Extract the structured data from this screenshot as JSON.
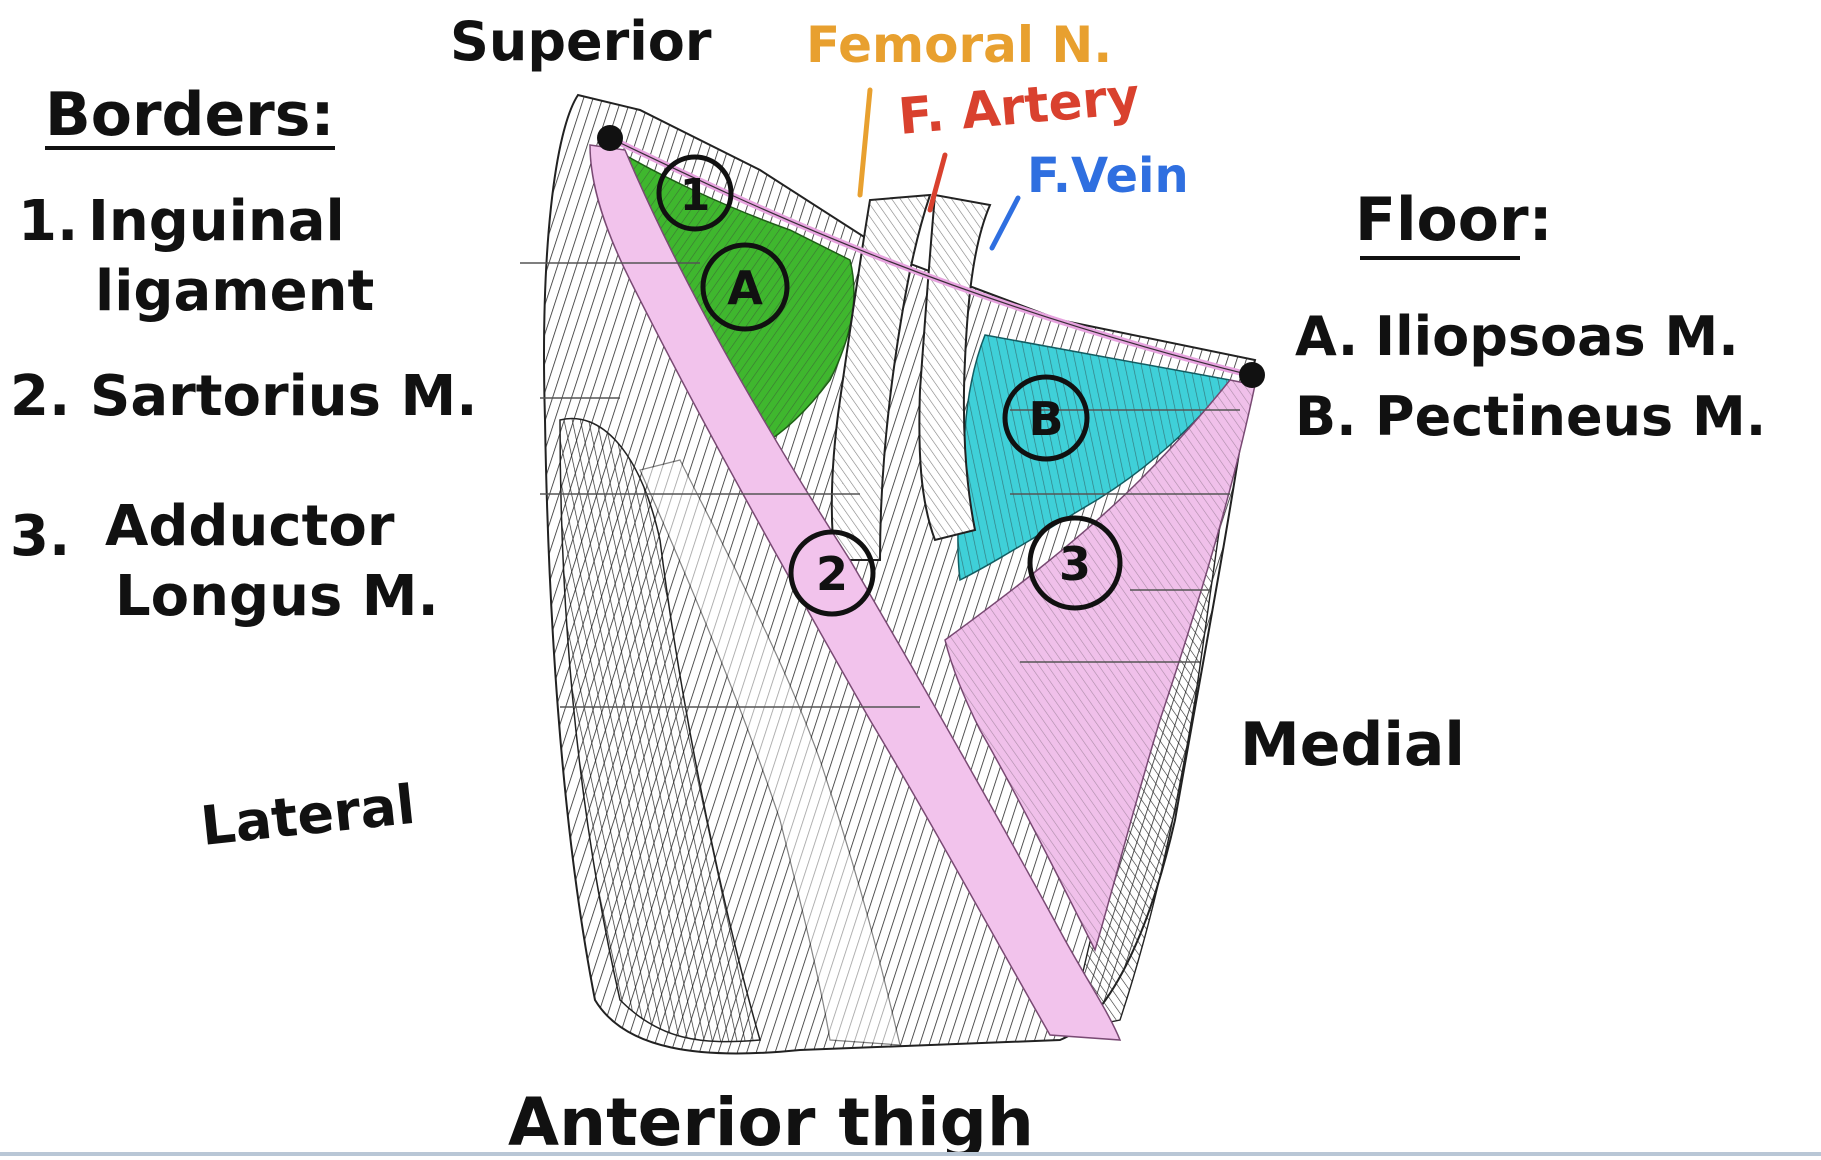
{
  "orientation": {
    "superior": "Superior",
    "lateral": "Lateral",
    "medial": "Medial",
    "caption": "Anterior thigh"
  },
  "borders": {
    "heading": "Borders:",
    "items": [
      {
        "number": "1.",
        "line1": "Inguinal",
        "line2": "ligament"
      },
      {
        "number": "2.",
        "line1": "Sartorius M.",
        "line2": ""
      },
      {
        "number": "3.",
        "line1": "Adductor",
        "line2": "Longus M."
      }
    ]
  },
  "floor": {
    "heading": "Floor:",
    "items": [
      {
        "label": "A.",
        "text": "Iliopsoas M."
      },
      {
        "label": "B.",
        "text": "Pectineus M."
      }
    ]
  },
  "vessels": [
    {
      "label": "Femoral N.",
      "color": "#e8a02f"
    },
    {
      "label": "F. Artery",
      "color": "#d9412e"
    },
    {
      "label": "F.Vein",
      "color": "#2f6fe0"
    }
  ],
  "markers": [
    "1",
    "2",
    "3",
    "A",
    "B"
  ],
  "colors": {
    "sartorius": "#f2c3ec",
    "adductor_longus": "#f0c0ea",
    "iliopsoas": "#3fb72e",
    "pectineus": "#3fd0d8",
    "ink": "#111111"
  }
}
